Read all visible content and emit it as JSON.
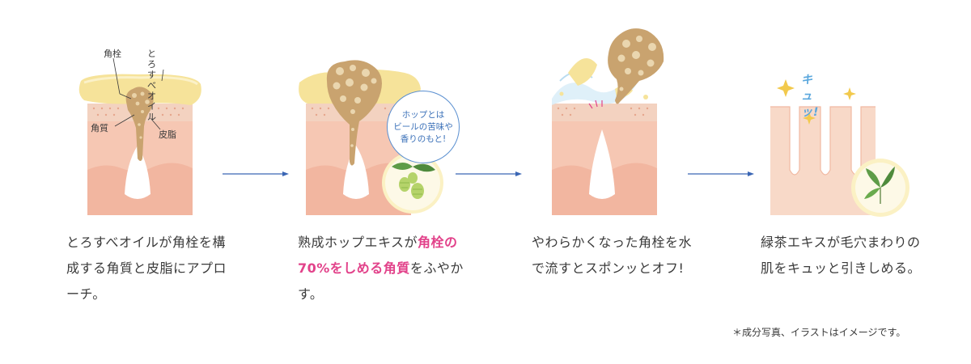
{
  "steps": [
    {
      "text": "とろすべオイルが角栓を構成する角質と皮脂にアプローチ。",
      "labels": {
        "kakusen": "角栓",
        "oil": "とろすべ\nオイル",
        "kakushitsu": "角質",
        "hishi": "皮脂"
      }
    },
    {
      "text_before": "熟成ホップエキスが",
      "text_highlight": "角栓の70%をしめる角質",
      "text_after": "をふやかす。",
      "bubble": "ホップとは\nビールの苦味や\n香りのもと!"
    },
    {
      "text": "やわらかくなった角栓を水で流すとスポンッとオフ!"
    },
    {
      "text": "緑茶エキスが毛穴まわりの肌をキュッと引きしめる。",
      "sfx": "キュッ!"
    }
  ],
  "footnote": "＊成分写真、イラストはイメージです。",
  "colors": {
    "accent_pink": "#e2428a",
    "arrow_blue": "#3a66b4",
    "skin": "#f6c7b3",
    "oil_yellow": "#f6e39a",
    "plug_brown": "#c9a36f"
  }
}
